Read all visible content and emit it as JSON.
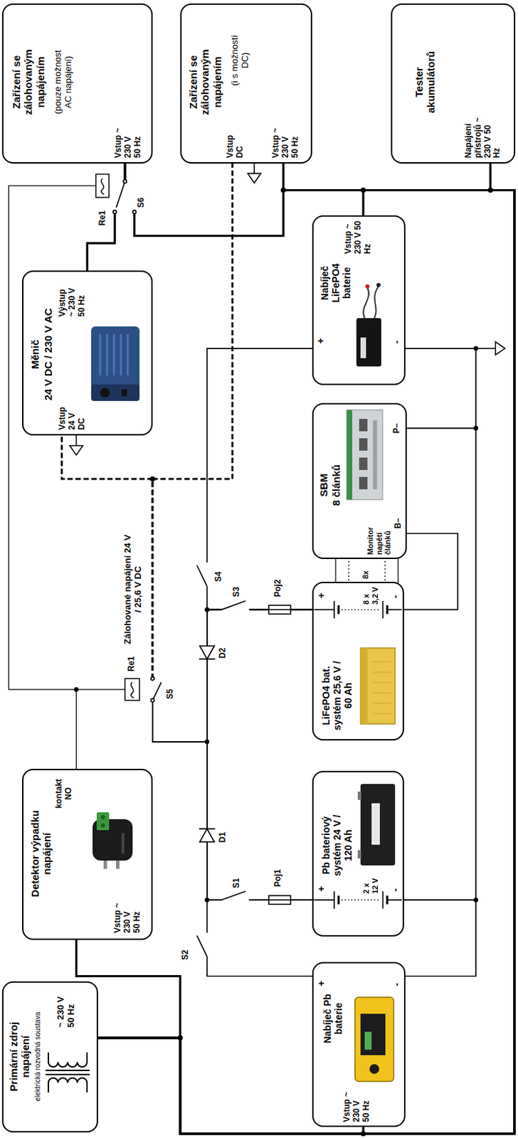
{
  "diagram": {
    "nodes": [
      {
        "text": [
          "Primární zdroj napájení",
          "elektrická rozvodná soustava",
          "~ 230 V 50 Hz"
        ]
      },
      {
        "text": [
          "Detektor výpadku napájení",
          "Vstup ~ 230 V 50 Hz",
          "kontakt NO"
        ]
      },
      {
        "text": [
          "Měnič",
          "24 V DC / 230 V AC",
          "Vstup 24 V DC",
          "Výstup ~ 230 V 50 Hz"
        ]
      },
      {
        "text": [
          "Zařízení se zálohovaným napájením",
          "(pouze možnost AC napájení)",
          "Vstup ~ 230 V 50 Hz"
        ]
      },
      {
        "text": [
          "Zařízení se zálohovaným napájením",
          "(i s možností DC)",
          "Vstup DC",
          "Vstup ~ 230 V 50 Hz"
        ]
      },
      {
        "text": [
          "Tester akumulátorů",
          "Napájení přístrojů ~ 230 V 50 Hz"
        ]
      },
      {
        "text": [
          "Nabíječ LiFePO4 baterie",
          "Vstup ~ 230 V 50 Hz",
          "+",
          "-"
        ]
      },
      {
        "text": [
          "SBM",
          "8 článků",
          "Monitor napětí článků",
          "B–",
          "P–"
        ]
      },
      {
        "text": [
          "LiFePO4 bat. systém 25,6 V / 60 Ah",
          "+",
          "8 x 3,2 V",
          "-"
        ]
      },
      {
        "text": [
          "Pb bateriový systém 24 V / 120 Ah",
          "+",
          "2 x 12 V",
          "-"
        ]
      },
      {
        "text": [
          "Nabíječ Pb baterie",
          "Vstup ~ 230 V 50 Hz",
          "+",
          "-"
        ]
      }
    ],
    "edges": [
      {
        "from": 0,
        "to": 1,
        "arrow": "none"
      },
      {
        "from": 0,
        "to": 10,
        "arrow": "none"
      },
      {
        "from": 0,
        "to": 6,
        "arrow": "none"
      },
      {
        "from": 0,
        "to": 5,
        "arrow": "none"
      },
      {
        "from": 0,
        "to": 4,
        "arrow": "none"
      },
      {
        "from": 0,
        "to": 3,
        "arrow": "none"
      },
      {
        "from": 2,
        "to": 3,
        "arrow": "none"
      },
      {
        "from": 10,
        "to": 9,
        "arrow": "none"
      },
      {
        "from": 9,
        "to": 2,
        "arrow": "none"
      },
      {
        "from": 9,
        "to": 4,
        "arrow": "none"
      },
      {
        "from": 8,
        "to": 2,
        "arrow": "none"
      },
      {
        "from": 8,
        "to": 4,
        "arrow": "none"
      },
      {
        "from": 8,
        "to": 6,
        "arrow": "none"
      },
      {
        "from": 6,
        "to": 7,
        "arrow": "none"
      },
      {
        "from": 7,
        "to": 9,
        "arrow": "none"
      },
      {
        "from": 9,
        "to": 10,
        "arrow": "none"
      },
      {
        "from": 8,
        "to": 7,
        "arrow": "none"
      },
      {
        "from": 8,
        "to": 7,
        "arrow": "none"
      }
    ],
    "labels": [
      "Re1",
      "S6",
      "Re1",
      "S5",
      "Zálohované napájení 24 V / 25,6 V DC",
      "D2",
      "S4",
      "S3",
      "Poj2",
      "8x",
      "D1",
      "S1",
      "Poj1",
      "S2"
    ]
  }
}
